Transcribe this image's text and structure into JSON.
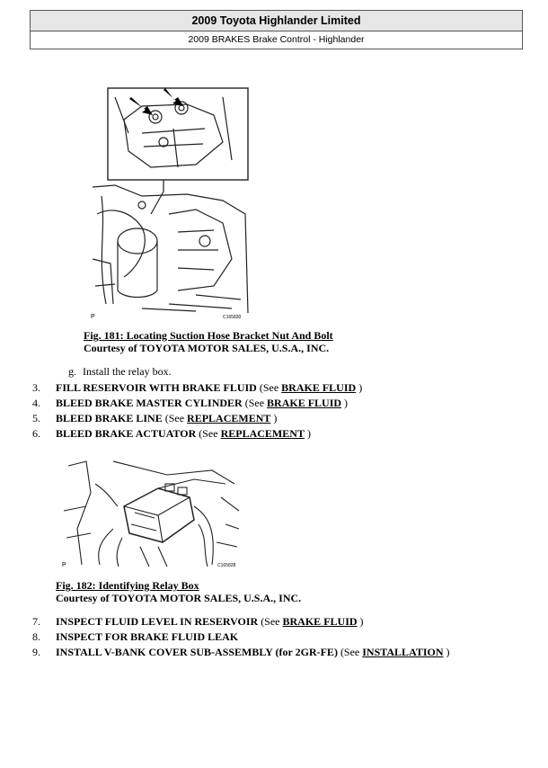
{
  "header": {
    "title": "2009 Toyota Highlander Limited",
    "subtitle": "2009 BRAKES Brake Control - Highlander"
  },
  "figure181": {
    "corner_label": "P",
    "code": "C165830",
    "caption_title": "Fig. 181: Locating Suction Hose Bracket Nut And Bolt",
    "caption_credit": "Courtesy of TOYOTA MOTOR SALES, U.S.A., INC."
  },
  "substep_g": {
    "letter": "g.",
    "text": "Install the relay box."
  },
  "steps_a": [
    {
      "num": "3.",
      "main": "FILL RESERVOIR WITH BRAKE FLUID",
      "pre": " (See ",
      "link": "BRAKE FLUID",
      "post": " )"
    },
    {
      "num": "4.",
      "main": "BLEED BRAKE MASTER CYLINDER",
      "pre": " (See ",
      "link": "BRAKE FLUID",
      "post": " )"
    },
    {
      "num": "5.",
      "main": "BLEED BRAKE LINE",
      "pre": " (See ",
      "link": "REPLACEMENT",
      "post": " )"
    },
    {
      "num": "6.",
      "main": "BLEED BRAKE ACTUATOR",
      "pre": " (See ",
      "link": "REPLACEMENT",
      "post": " )"
    }
  ],
  "figure182": {
    "corner_label": "P",
    "code": "C165828",
    "caption_title": "Fig. 182: Identifying Relay Box",
    "caption_credit": "Courtesy of TOYOTA MOTOR SALES, U.S.A., INC."
  },
  "steps_b": [
    {
      "num": "7.",
      "main": "INSPECT FLUID LEVEL IN RESERVOIR",
      "pre": " (See ",
      "link": "BRAKE FLUID",
      "post": " )"
    },
    {
      "num": "8.",
      "main": "INSPECT FOR BRAKE FLUID LEAK",
      "pre": "",
      "link": "",
      "post": ""
    },
    {
      "num": "9.",
      "main": "INSTALL V-BANK COVER SUB-ASSEMBLY (for 2GR-FE)",
      "pre": " (See ",
      "link": "INSTALLATION",
      "post": " )"
    }
  ]
}
